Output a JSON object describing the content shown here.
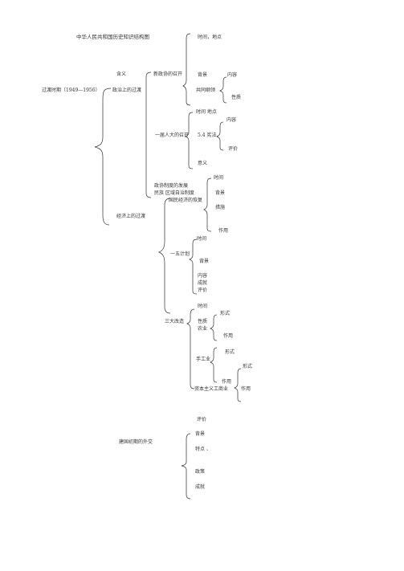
{
  "title": "中华人民共和国历史知识结构图",
  "labels": {
    "time_place_top": "时间，地点",
    "hanyi": "含义",
    "transition_period": "过渡时期（1949—1956）",
    "political_transition": "政治上的过渡",
    "cppcc_meeting": "新政协的召开",
    "background_1": "背景",
    "content_1": "内容",
    "common_program": "共同纲领",
    "nature": "性质",
    "time_place_2": "时间 地点",
    "content_2": "内容",
    "first_npc": "一届人大的召开",
    "constitution_54": "5.4 宪法",
    "evaluation_1": "评价",
    "significance": "意义",
    "time_1": "时间",
    "political_system_dev": "政协制度的发展",
    "background_2": "背景",
    "ethnic_autonomy": "民族 区域自治制度",
    "economy_recovery": "国民经济的恢复",
    "measures": "措施",
    "economic_transition": "经济上的过渡",
    "effect_1": "作用",
    "time_2": "时间",
    "five_year_plan": "一五计划",
    "background_3": "背景",
    "content_3": "内容",
    "achievement_1": "成就",
    "evaluation_2": "评价",
    "time_3": "时间",
    "form_1": "形式",
    "three_transformations": "三大改造",
    "nature_2": "性质",
    "agriculture": "农业",
    "effect_2": "作用",
    "form_2": "形式",
    "handicraft": "手工业",
    "form_3": "形式",
    "effect_3": "作用",
    "capitalist_industry": "资本主义工商业",
    "effect_4": "作用",
    "evaluation_3": "评价",
    "background_4": "背景",
    "diplomacy_early": "建国初期的外交",
    "characteristics": "特点 、",
    "policy": "政策",
    "achievement_2": "成就"
  }
}
